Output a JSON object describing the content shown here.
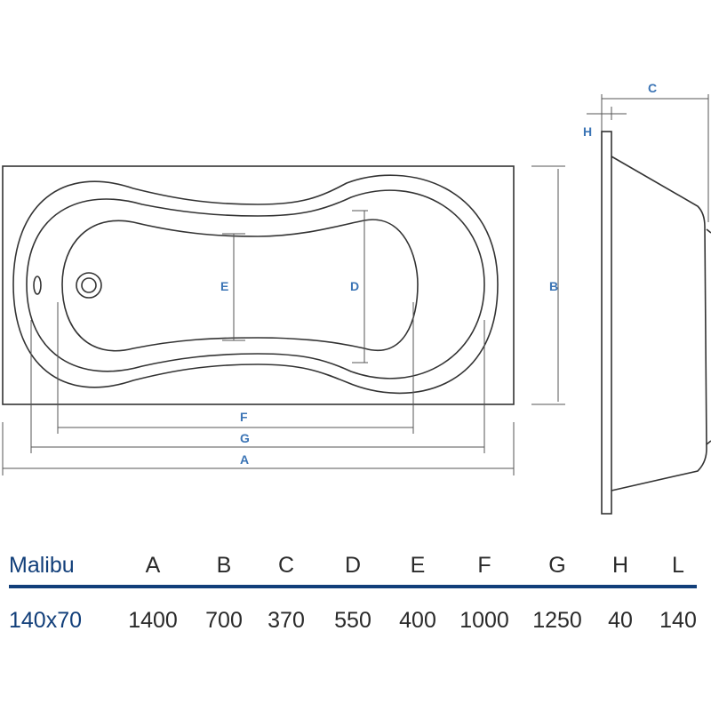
{
  "diagram": {
    "title": "Bathtub dimension drawing",
    "labels": {
      "A": "A",
      "B": "B",
      "C": "C",
      "D": "D",
      "E": "E",
      "F": "F",
      "G": "G",
      "H": "H"
    },
    "label_color": "#3b74b5"
  },
  "table": {
    "model": "Malibu",
    "headers": [
      "A",
      "B",
      "C",
      "D",
      "E",
      "F",
      "G",
      "H",
      "L"
    ],
    "size": "140x70",
    "values": [
      "1400",
      "700",
      "370",
      "550",
      "400",
      "1000",
      "1250",
      "40",
      "140"
    ],
    "accent": "#123f7a"
  }
}
